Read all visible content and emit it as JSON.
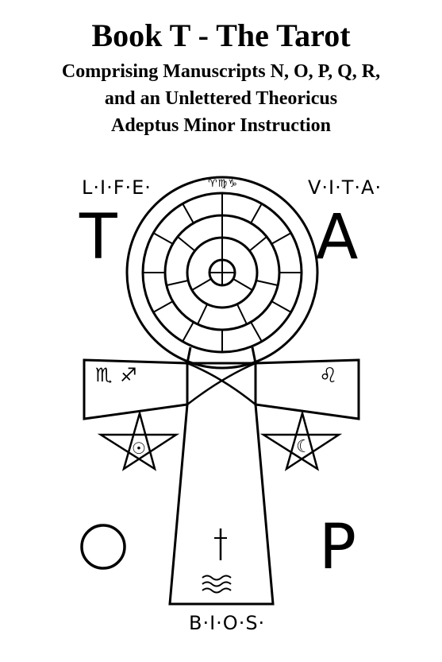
{
  "header": {
    "title": "Book T - The Tarot",
    "subtitle_lines": [
      "Comprising Manuscripts N, O, P, Q, R,",
      "and an Unlettered Theoricus",
      "Adeptus Minor Instruction"
    ]
  },
  "illustration": {
    "top_left_word": "L·I·F·E·",
    "top_right_word": "V·I·T·A·",
    "bottom_word": "B·I·O·S·",
    "letter_left_top": "T",
    "letter_right_top": "A",
    "letter_left_bottom": "O",
    "letter_right_bottom": "P",
    "wheel_top_glyphs": "♈♍♑",
    "left_arm_glyphs": "♏ ♐",
    "right_arm_glyphs": "♌",
    "star_left_glyph": "☉",
    "star_right_glyph": "☾",
    "ink_color": "#000000",
    "paper_color": "#ffffff"
  }
}
